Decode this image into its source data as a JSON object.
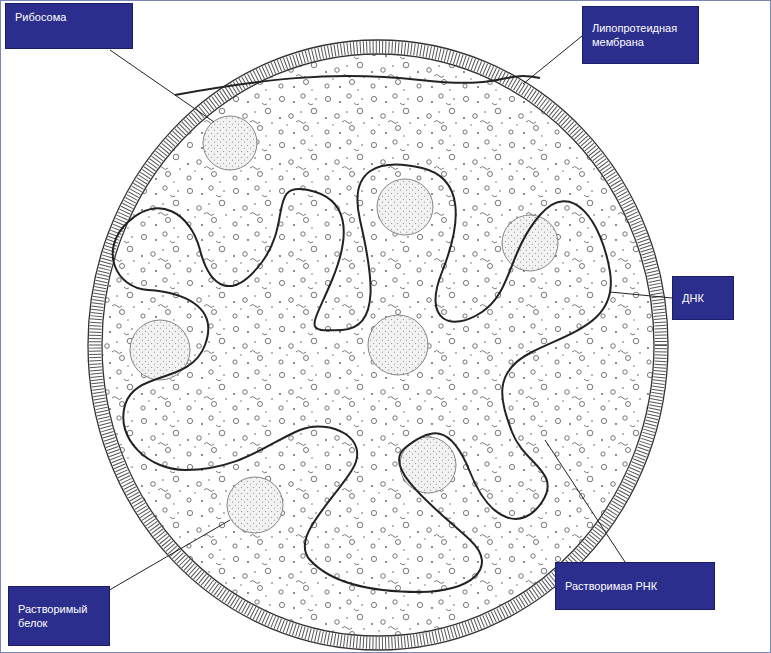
{
  "diagram": {
    "nodes": [
      {
        "text": [
          "Рибосома"
        ]
      },
      {
        "text": [
          "Липопротеидная мембрана"
        ]
      },
      {
        "text": [
          "ДНК"
        ]
      },
      {
        "text": [
          "Растворимая РНК"
        ]
      },
      {
        "text": [
          "Растворимый белок"
        ]
      }
    ]
  }
}
